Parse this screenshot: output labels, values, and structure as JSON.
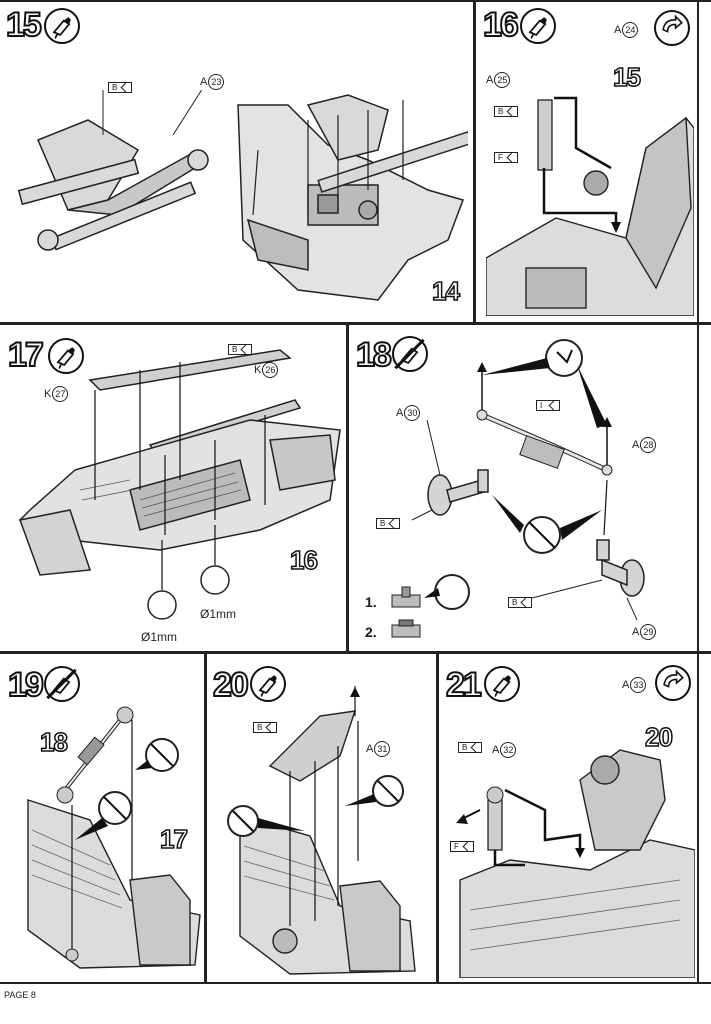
{
  "steps": [
    {
      "num": "15",
      "labels": {
        "part_a23": "A",
        "part_a23_num": "23",
        "flag_b": "B"
      },
      "ref": "14"
    },
    {
      "num": "16",
      "labels": {
        "part_a24": "A",
        "part_a24_num": "24",
        "part_a25": "A",
        "part_a25_num": "25",
        "flag_b": "B",
        "flag_f": "F"
      },
      "ref": "15"
    },
    {
      "num": "17",
      "labels": {
        "part_k27": "K",
        "part_k27_num": "27",
        "part_k26": "K",
        "part_k26_num": "26",
        "flag_b": "B",
        "hole_1": "Ø1mm",
        "hole_2": "Ø1mm"
      },
      "ref": "16"
    },
    {
      "num": "18",
      "labels": {
        "part_a30": "A",
        "part_a30_num": "30",
        "part_a28": "A",
        "part_a28_num": "28",
        "part_a29": "A",
        "part_a29_num": "29",
        "flag_b1": "B",
        "flag_b2": "B",
        "flag_i": "I",
        "list_1": "1.",
        "list_2": "2."
      }
    },
    {
      "num": "19",
      "refs": [
        "18",
        "17"
      ]
    },
    {
      "num": "20",
      "labels": {
        "part_a31": "A",
        "part_a31_num": "31",
        "flag_b": "B"
      }
    },
    {
      "num": "21",
      "labels": {
        "part_a33": "A",
        "part_a33_num": "33",
        "part_a32": "A",
        "part_a32_num": "32",
        "flag_b": "B",
        "flag_f": "F"
      },
      "ref": "20"
    }
  ],
  "footer": "PAGE 8",
  "icons": {
    "glue": "glue-tube-icon",
    "no_glue": "no-glue-icon",
    "paint": "paint-drop-icon",
    "rotate": "rotate-model-icon",
    "heat": "heat-melt-icon",
    "drill": "drill-icon"
  }
}
